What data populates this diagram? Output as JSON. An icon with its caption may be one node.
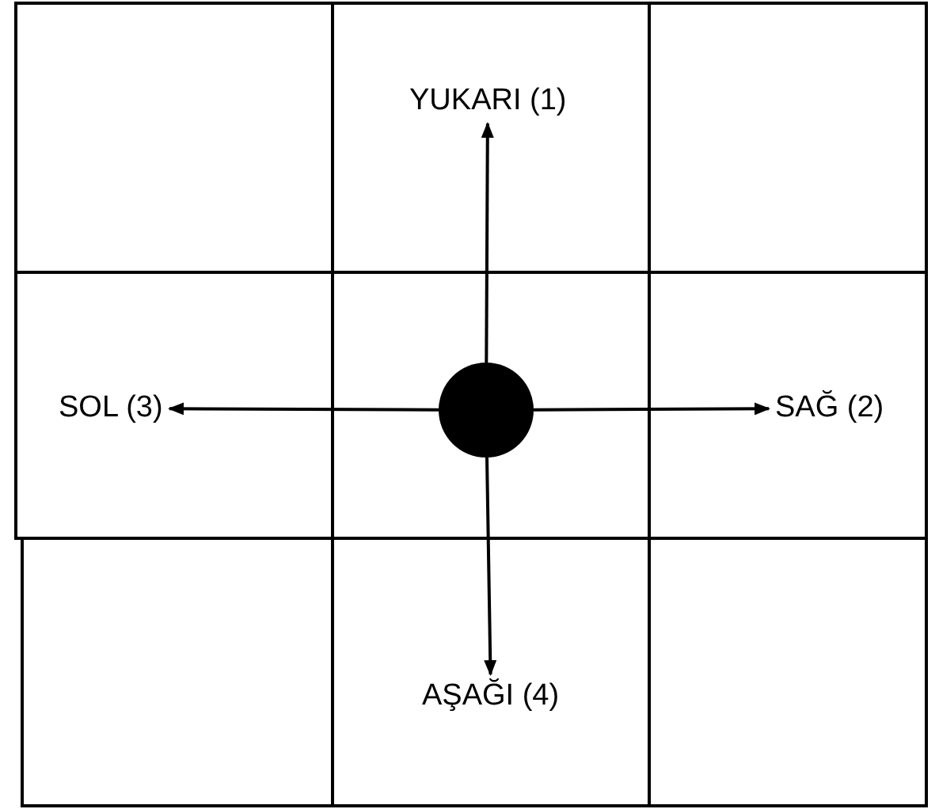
{
  "diagram": {
    "nodes": [
      {
        "text": [
          "YUKARI (1)"
        ]
      },
      {
        "text": [
          "SOL (3)"
        ]
      },
      {
        "text": [],
        "shape": "circle"
      },
      {
        "text": [
          "SAĞ (2)"
        ]
      },
      {
        "text": [
          "AŞAĞI (4)"
        ]
      }
    ],
    "edges": [
      {
        "from": 2,
        "to": 0,
        "arrow": "to"
      },
      {
        "from": 2,
        "to": 3,
        "arrow": "to"
      },
      {
        "from": 2,
        "to": 1,
        "arrow": "to"
      },
      {
        "from": 2,
        "to": 4,
        "arrow": "to"
      }
    ]
  }
}
